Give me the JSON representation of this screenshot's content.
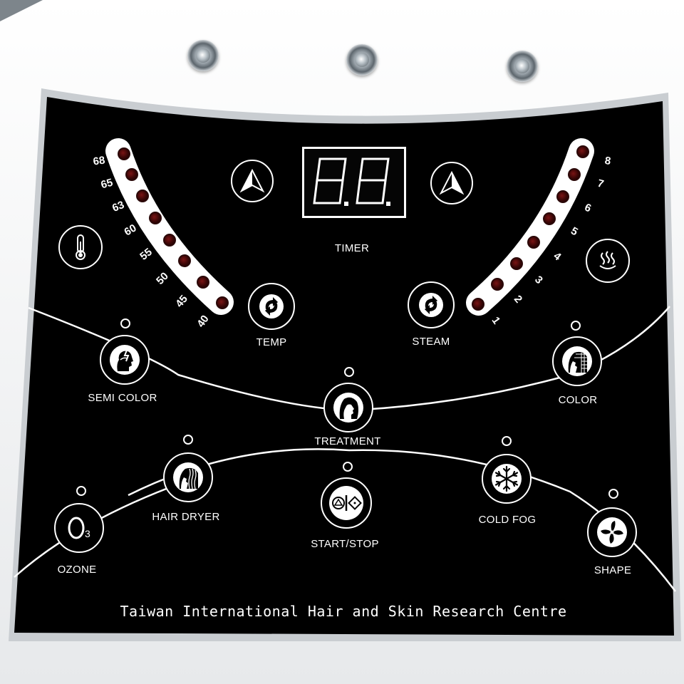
{
  "panel": {
    "timer_label": "TIMER",
    "timer_display": "88",
    "temp_label": "TEMP",
    "steam_label": "STEAM",
    "footer": "Taiwan International Hair and Skin Research Centre"
  },
  "temperature_scale": [
    "68",
    "65",
    "63",
    "60",
    "55",
    "50",
    "45",
    "40"
  ],
  "steam_scale": [
    "8",
    "7",
    "6",
    "5",
    "4",
    "3",
    "2",
    "1"
  ],
  "functions": {
    "semi_color": "SEMI COLOR",
    "treatment": "TREATMENT",
    "color": "COLOR",
    "hair_dryer": "HAIR DRYER",
    "start_stop": "START/STOP",
    "cold_fog": "COLD FOG",
    "ozone": "OZONE",
    "shape": "SHAPE"
  },
  "icons": {
    "timer_down": "triangle-left-icon",
    "timer_up": "triangle-right-icon",
    "temp": "cycle-arrow-icon",
    "steam": "cycle-arrow-icon",
    "thermometer": "thermometer-icon",
    "steam_symbol": "steam-icon",
    "semi_color": "head-bolt-icon",
    "treatment": "head-towel-icon",
    "color": "head-grid-icon",
    "hair_dryer": "head-wavy-hair-icon",
    "start_stop": "start-stop-icon",
    "cold_fog": "snowflake-icon",
    "ozone": "o3-icon",
    "shape": "fan-icon"
  },
  "colors": {
    "panel": "#000000",
    "body": "#f2f3f4",
    "text": "#ffffff",
    "led_off": "#3a0606"
  }
}
